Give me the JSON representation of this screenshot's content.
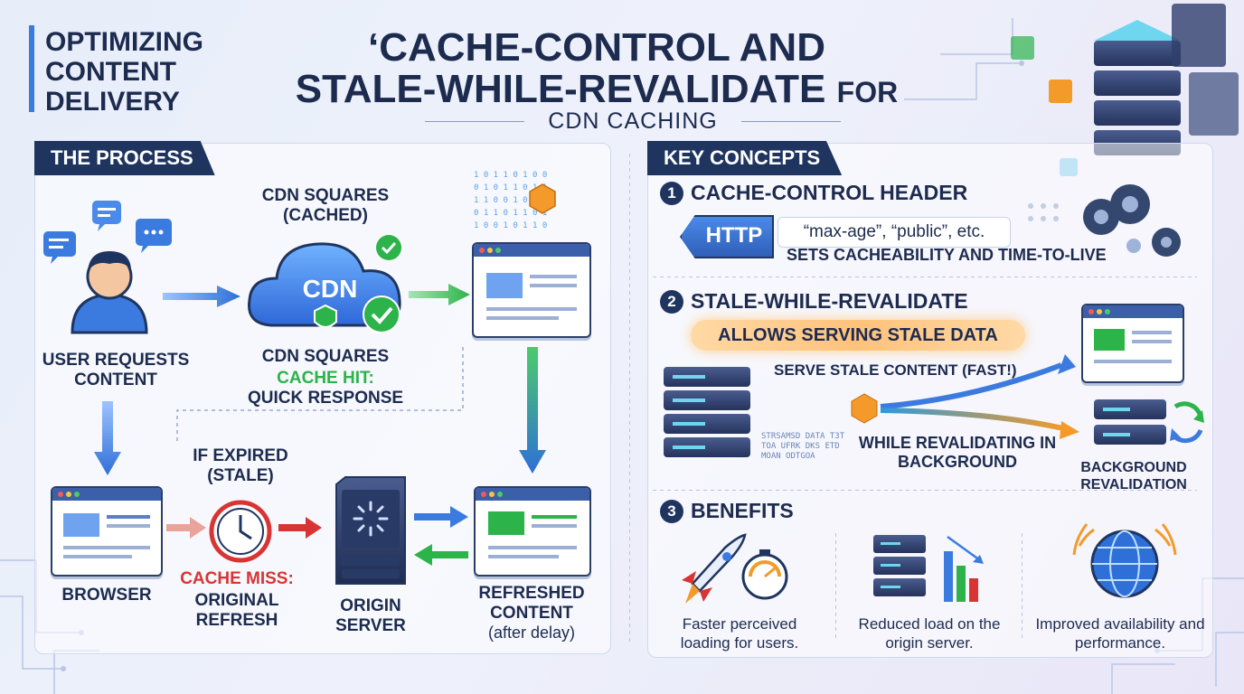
{
  "header": {
    "kicker": "OPTIMIZING CONTENT DELIVERY",
    "title_line1": "‘CACHE-CONTROL AND",
    "title_line2": "STALE-WHILE-REVALIDATE",
    "title_for": "FOR",
    "subtitle": "CDN CACHING"
  },
  "process": {
    "tab": "THE PROCESS",
    "user_label": "USER REQUESTS CONTENT",
    "cdn_top_label": "CDN SQUARES (CACHED)",
    "cdn_text": "CDN",
    "cdn_bottom_label": "CDN SQUARES",
    "cache_hit": "CACHE HIT:",
    "quick_response": "QUICK RESPONSE",
    "if_expired": "IF EXPIRED (STALE)",
    "browser_label": "BROWSER",
    "cache_miss": "CACHE MISS:",
    "original_refresh": "ORIGINAL REFRESH",
    "origin_label": "ORIGIN SERVER",
    "refreshed_label": "REFRESHED CONTENT",
    "after_delay": "(after delay)"
  },
  "concepts": {
    "tab": "KEY CONCEPTS",
    "c1_num": "1",
    "c1_title": "CACHE-CONTROL HEADER",
    "http_tag": "HTTP",
    "directives": "“max-age”, “public”, etc.",
    "c1_desc": "SETS CACHEABILITY AND TIME-TO-LIVE",
    "c2_num": "2",
    "c2_title": "STALE-WHILE-REVALIDATE",
    "c2_pill": "ALLOWS SERVING STALE DATA",
    "serve_stale": "SERVE STALE CONTENT (FAST!)",
    "while_revalidating": "WHILE REVALIDATING IN BACKGROUND",
    "bg_revalidation": "BACKGROUND REVALIDATION",
    "stream_text": "STRSAMSD DATA T3T TOA UFRK DKS ETD MOAN ODTGOA",
    "c3_num": "3",
    "c3_title": "BENEFITS",
    "benefits": [
      {
        "icon": "rocket-stopwatch-icon",
        "text": "Faster perceived loading for users."
      },
      {
        "icon": "server-bars-icon",
        "text": "Reduced load on the origin server."
      },
      {
        "icon": "globe-icon",
        "text": "Improved availability and performance."
      }
    ]
  },
  "colors": {
    "navy": "#1f3560",
    "blue": "#3b7be0",
    "green": "#2cb34a",
    "red": "#d93434",
    "orange": "#f39a2b"
  }
}
